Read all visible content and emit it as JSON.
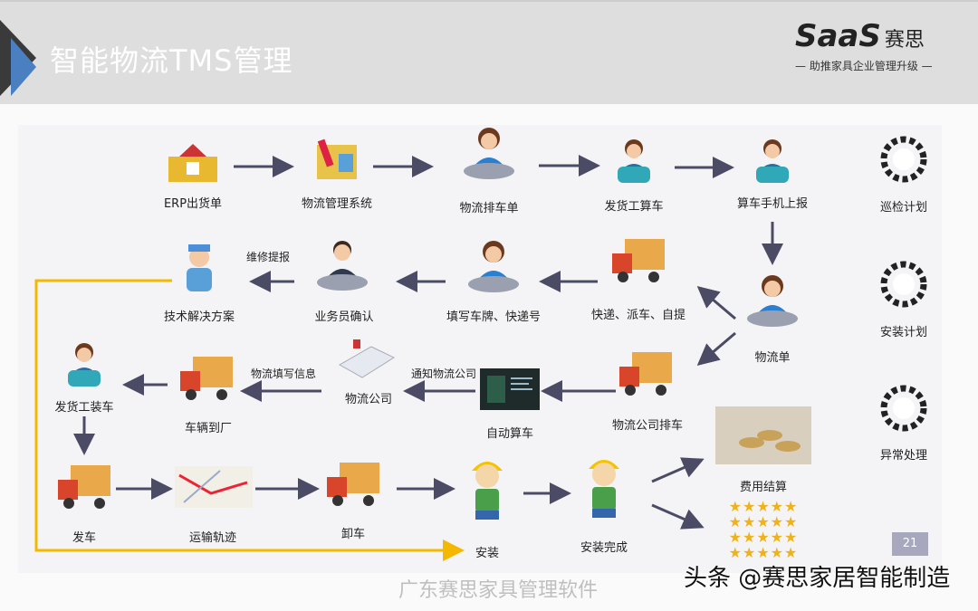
{
  "header": {
    "title": "智能物流TMS管理",
    "logo_text": "SaaS",
    "logo_cn": "赛思",
    "slogan": "— 助推家具企业管理升级 —"
  },
  "nodes": {
    "erp": "ERP出货单",
    "tms": "物流管理系统",
    "dispatch": "物流排车单",
    "loader_calc": "发货工算车",
    "phone_report": "算车手机上报",
    "waybill": "物流单",
    "express": "快递、派车、自提",
    "plate": "填写车牌、快递号",
    "sales_confirm": "业务员确认",
    "tech": "技术解决方案",
    "carrier_dispatch": "物流公司排车",
    "auto_calc": "自动算车",
    "carrier": "物流公司",
    "arrive": "车辆到厂",
    "loader_load": "发货工装车",
    "depart": "发车",
    "track": "运输轨迹",
    "unload": "卸车",
    "install": "安装",
    "install_done": "安装完成",
    "settle": "费用结算"
  },
  "edge_labels": {
    "repair": "维修提报",
    "notify": "通知物流公司",
    "fill_info": "物流填写信息"
  },
  "side": [
    "巡检计划",
    "安装计划",
    "异常处理"
  ],
  "page_number": "21",
  "watermark": {
    "faint": "广东赛思家具管理软件",
    "main": "头条 @赛思家居智能制造"
  },
  "colors": {
    "accent": "#4a7fc1",
    "arrow": "#4b4b66",
    "highlight_line": "#f5b800",
    "logo_red": "#d8282a"
  }
}
